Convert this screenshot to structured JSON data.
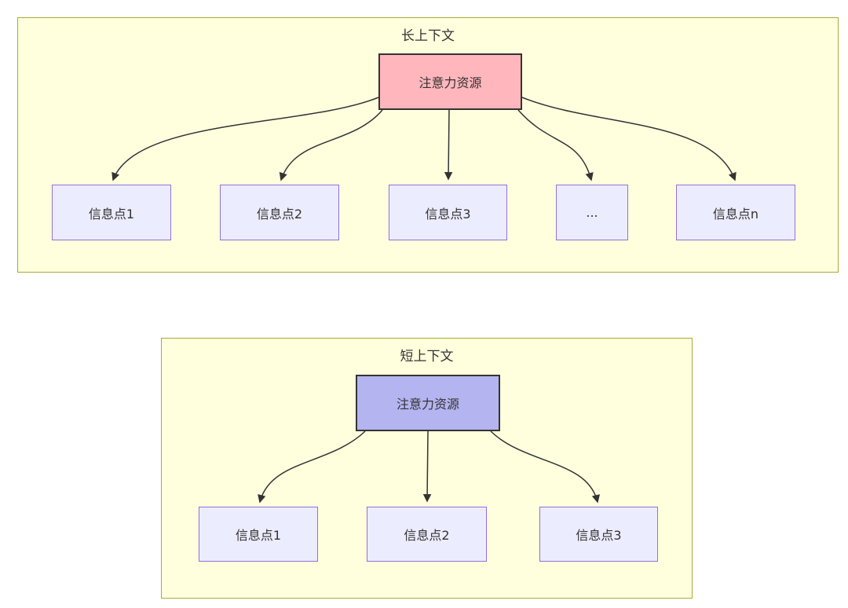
{
  "colors": {
    "page_bg": "#ffffff",
    "cluster_fill": "#ffffde",
    "cluster_border": "#aaaa33",
    "node_fill": "#ececff",
    "node_border": "#9370db",
    "attention_long_fill": "#ffb6bc",
    "attention_short_fill": "#b4b4f0",
    "attention_border": "#333333",
    "edge_color": "#333333",
    "text_color": "#333333"
  },
  "long_context": {
    "title": "长上下文",
    "attention_label": "注意力资源",
    "nodes": [
      "信息点1",
      "信息点2",
      "信息点3",
      "...",
      "信息点n"
    ]
  },
  "short_context": {
    "title": "短上下文",
    "attention_label": "注意力资源",
    "nodes": [
      "信息点1",
      "信息点2",
      "信息点3"
    ]
  }
}
